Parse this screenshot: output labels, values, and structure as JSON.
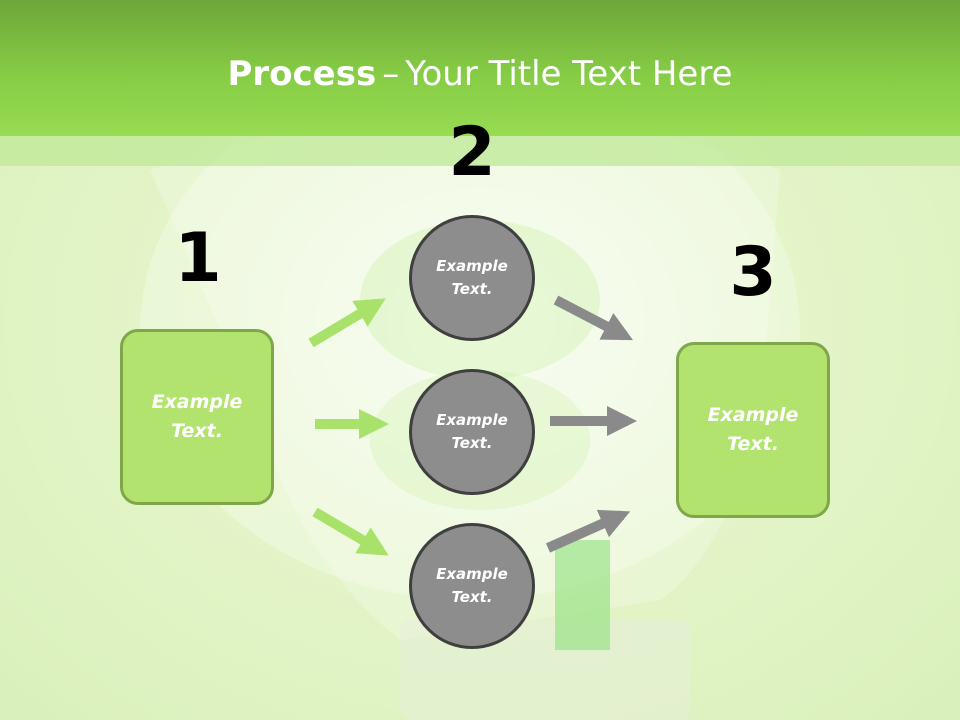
{
  "slide": {
    "title_bold": "Process",
    "title_separator": "–",
    "title_rest": "Your Title Text Here",
    "colors": {
      "header": "#86cc45",
      "box_fill": "#b3e36f",
      "box_border": "#7fa74a",
      "circle_fill": "#8d8d8d",
      "circle_border": "#3f3f3f",
      "green_arrow": "#a8e26a",
      "gray_arrow": "#8a8a8a"
    }
  },
  "steps": {
    "step1": {
      "number": "1",
      "line1": "Example",
      "line2": "Text."
    },
    "step2": {
      "number": "2",
      "items": [
        {
          "line1": "Example",
          "line2": "Text."
        },
        {
          "line1": "Example",
          "line2": "Text."
        },
        {
          "line1": "Example",
          "line2": "Text."
        }
      ]
    },
    "step3": {
      "number": "3",
      "line1": "Example",
      "line2": "Text."
    }
  }
}
